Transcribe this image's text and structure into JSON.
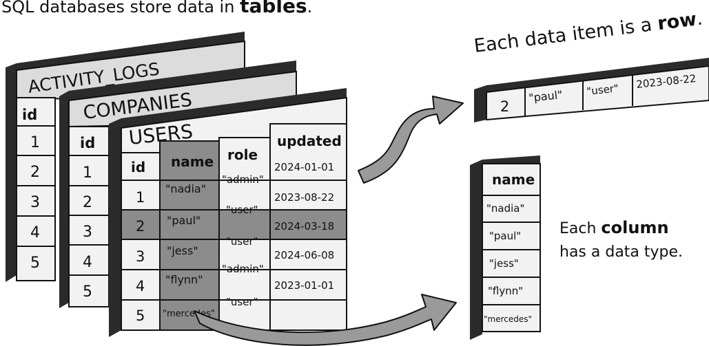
{
  "heading": {
    "prefix": "SQL databases store data in ",
    "emph": "tables",
    "suffix": "."
  },
  "back_tables": [
    {
      "name": "ACTIVITY_LOGS",
      "col": "id",
      "ids": [
        "1",
        "2",
        "3",
        "4",
        "5"
      ]
    },
    {
      "name": "COMPANIES",
      "col": "id",
      "ids": [
        "1",
        "2",
        "3",
        "4",
        "5"
      ]
    }
  ],
  "users_table": {
    "name": "USERS",
    "columns": [
      "id",
      "name",
      "role",
      "updated"
    ],
    "rows": [
      [
        "1",
        "\"nadia\"",
        "\"admin\"",
        "2024-01-01"
      ],
      [
        "2",
        "\"paul\"",
        "\"user\"",
        "2023-08-22"
      ],
      [
        "3",
        "\"jess\"",
        "\"user\"",
        "2024-03-18"
      ],
      [
        "4",
        "\"flynn\"",
        "\"admin\"",
        "2024-06-08"
      ],
      [
        "5",
        "\"mercedes\"",
        "\"user\"",
        "2023-01-01"
      ]
    ]
  },
  "row_callout": {
    "prefix": "Each data item is a ",
    "emph": "row",
    "suffix": ".",
    "cells": [
      "2",
      "\"paul\"",
      "\"user\"",
      "2023-08-22"
    ]
  },
  "column_callout": {
    "line1_prefix": "Each ",
    "line1_emph": "column",
    "line2": "has a data type.",
    "header": "name",
    "cells": [
      "\"nadia\"",
      "\"paul\"",
      "\"jess\"",
      "\"flynn\"",
      "\"mercedes\""
    ]
  },
  "colors": {
    "dark": "#2b2b2b",
    "header": "#dcdcdc",
    "cell": "#f2f2f2",
    "highlight": "#8c8c8c",
    "arrow": "#9a9a9a"
  }
}
